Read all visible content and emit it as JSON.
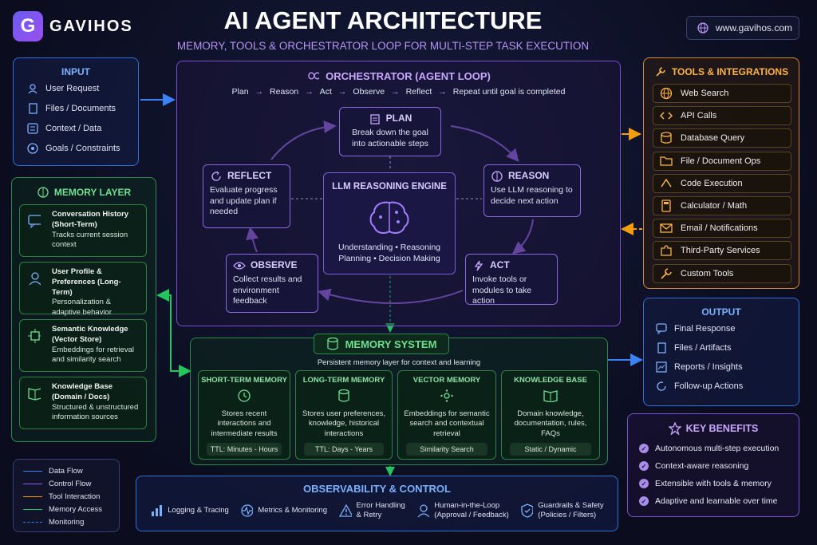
{
  "brand": {
    "name": "GAVIHOS",
    "logo_letter": "G",
    "website": "www.gavihos.com"
  },
  "title": "AI AGENT ARCHITECTURE",
  "subtitle": "MEMORY, TOOLS & ORCHESTRATOR LOOP FOR MULTI-STEP TASK EXECUTION",
  "input": {
    "title": "INPUT",
    "items": [
      "User Request",
      "Files / Documents",
      "Context / Data",
      "Goals / Constraints"
    ]
  },
  "memory_layer": {
    "title": "MEMORY LAYER",
    "items": [
      {
        "title": "Conversation History (Short-Term)",
        "desc": "Tracks current session context"
      },
      {
        "title": "User Profile & Preferences (Long-Term)",
        "desc": "Personalization & adaptive behavior"
      },
      {
        "title": "Semantic Knowledge (Vector Store)",
        "desc": "Embeddings for retrieval and similarity search"
      },
      {
        "title": "Knowledge Base (Domain / Docs)",
        "desc": "Structured & unstructured information sources"
      }
    ]
  },
  "orchestrator": {
    "title": "ORCHESTRATOR (AGENT LOOP)",
    "steps": [
      "Plan",
      "Reason",
      "Act",
      "Observe",
      "Reflect",
      "Repeat"
    ],
    "steps_suffix": "until goal is completed",
    "plan": {
      "title": "PLAN",
      "desc": "Break down the goal into actionable steps"
    },
    "reason": {
      "title": "REASON",
      "desc": "Use LLM reasoning to decide next action"
    },
    "act": {
      "title": "ACT",
      "desc": "Invoke tools or modules to take action"
    },
    "observe": {
      "title": "OBSERVE",
      "desc": "Collect results and environment feedback"
    },
    "reflect": {
      "title": "REFLECT",
      "desc": "Evaluate progress and update plan if needed"
    },
    "engine": {
      "title": "LLM REASONING ENGINE",
      "line1": "Understanding • Reasoning",
      "line2": "Planning • Decision Making"
    }
  },
  "tools": {
    "title": "TOOLS & INTEGRATIONS",
    "items": [
      {
        "label": "Web Search",
        "icon": "globe-icon"
      },
      {
        "label": "API Calls",
        "icon": "code-icon"
      },
      {
        "label": "Database Query",
        "icon": "database-icon"
      },
      {
        "label": "File / Document Ops",
        "icon": "folder-icon"
      },
      {
        "label": "Code Execution",
        "icon": "terminal-icon"
      },
      {
        "label": "Calculator / Math",
        "icon": "calculator-icon"
      },
      {
        "label": "Email / Notifications",
        "icon": "mail-icon"
      },
      {
        "label": "Third-Party Services",
        "icon": "puzzle-icon"
      },
      {
        "label": "Custom Tools",
        "icon": "wrench-icon"
      }
    ]
  },
  "output": {
    "title": "OUTPUT",
    "items": [
      "Final Response",
      "Files / Artifacts",
      "Reports / Insights",
      "Follow-up Actions"
    ]
  },
  "memory_system": {
    "title": "MEMORY SYSTEM",
    "subtitle": "Persistent memory layer for context and learning",
    "cards": [
      {
        "title": "SHORT-TERM MEMORY",
        "desc": "Stores recent interactions and intermediate results",
        "footer": "TTL: Minutes - Hours"
      },
      {
        "title": "LONG-TERM MEMORY",
        "desc": "Stores user preferences, knowledge, historical interactions",
        "footer": "TTL: Days - Years"
      },
      {
        "title": "VECTOR MEMORY",
        "desc": "Embeddings for semantic search and contextual retrieval",
        "footer": "Similarity Search"
      },
      {
        "title": "KNOWLEDGE BASE",
        "desc": "Domain knowledge, documentation, rules, FAQs",
        "footer": "Static / Dynamic"
      }
    ]
  },
  "key_benefits": {
    "title": "KEY BENEFITS",
    "items": [
      "Autonomous multi-step execution",
      "Context-aware reasoning",
      "Extensible with tools & memory",
      "Adaptive and learnable over time"
    ]
  },
  "legend": {
    "items": [
      {
        "label": "Data Flow",
        "color": "#3b82f6",
        "dashed": false
      },
      {
        "label": "Control Flow",
        "color": "#8b5cf6",
        "dashed": false
      },
      {
        "label": "Tool Interaction",
        "color": "#f59e0b",
        "dashed": false
      },
      {
        "label": "Memory Access",
        "color": "#22c55e",
        "dashed": false
      },
      {
        "label": "Monitoring",
        "color": "#3b82f6",
        "dashed": true
      }
    ]
  },
  "observability": {
    "title": "OBSERVABILITY & CONTROL",
    "items": [
      {
        "line1": "Logging & Tracing",
        "line2": ""
      },
      {
        "line1": "Metrics & Monitoring",
        "line2": ""
      },
      {
        "line1": "Error Handling",
        "line2": "& Retry"
      },
      {
        "line1": "Human-in-the-Loop",
        "line2": "(Approval / Feedback)"
      },
      {
        "line1": "Guardrails & Safety",
        "line2": "(Policies / Filters)"
      }
    ]
  }
}
